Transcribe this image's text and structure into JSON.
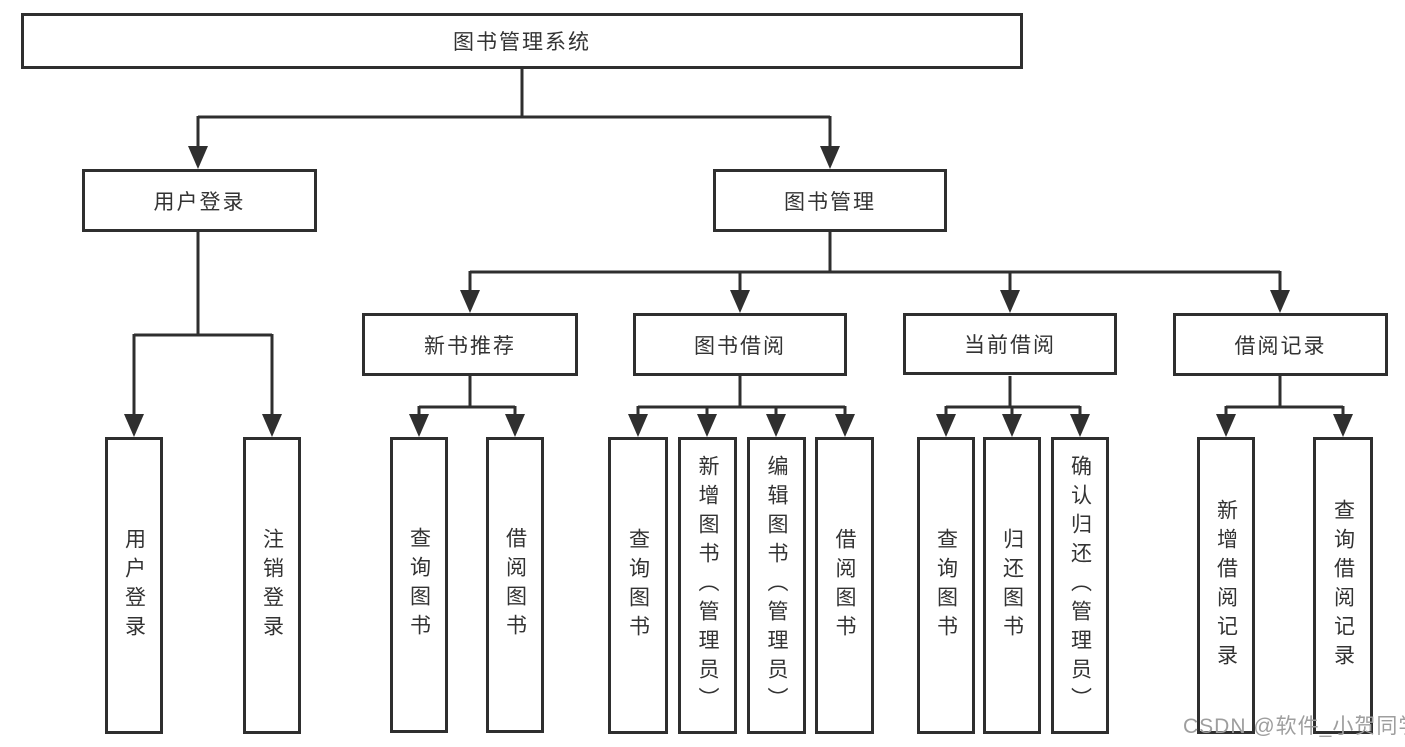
{
  "diagram": {
    "root": {
      "label": "图书管理系统"
    },
    "level1": [
      {
        "label": "用户登录"
      },
      {
        "label": "图书管理"
      }
    ],
    "level2": [
      {
        "label": "新书推荐"
      },
      {
        "label": "图书借阅"
      },
      {
        "label": "当前借阅"
      },
      {
        "label": "借阅记录"
      }
    ],
    "leaves": [
      {
        "label": "用户登录"
      },
      {
        "label": "注销登录"
      },
      {
        "label": "查询图书"
      },
      {
        "label": "借阅图书"
      },
      {
        "label": "查询图书"
      },
      {
        "label": "新增图书（管理员）"
      },
      {
        "label": "编辑图书（管理员）"
      },
      {
        "label": "借阅图书"
      },
      {
        "label": "查询图书"
      },
      {
        "label": "归还图书"
      },
      {
        "label": "确认归还（管理员）"
      },
      {
        "label": "新增借阅记录"
      },
      {
        "label": "查询借阅记录"
      }
    ]
  },
  "watermark": "CSDN @软件_小贺同学",
  "colors": {
    "line": "#2f2f2f",
    "text": "#333333",
    "bg": "#ffffff",
    "wm": "#9e9e9e"
  }
}
